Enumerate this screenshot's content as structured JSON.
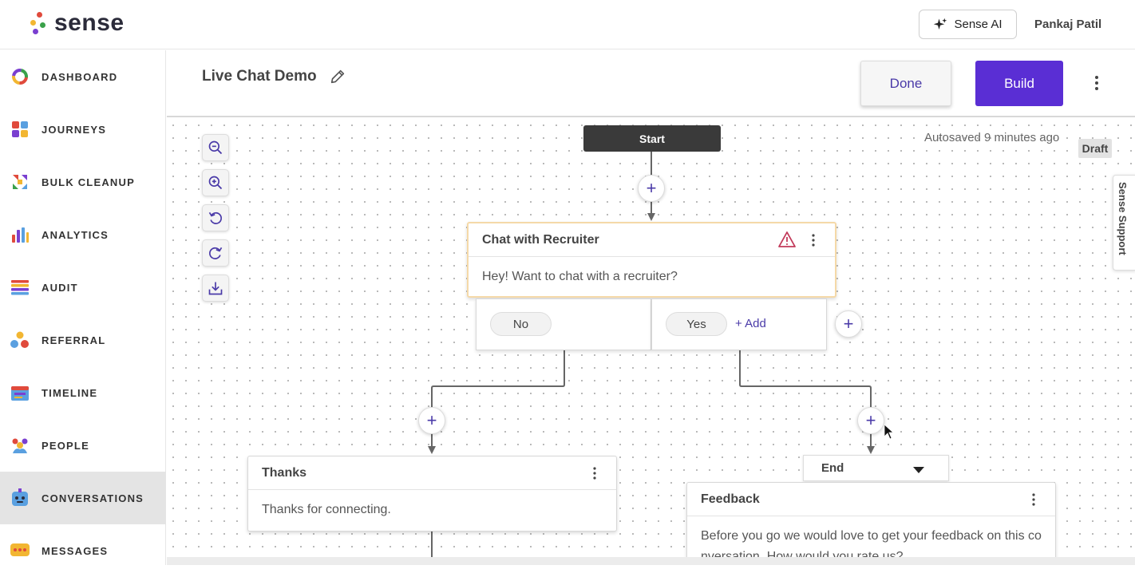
{
  "app": {
    "brand": "sense",
    "ai_button": "Sense AI",
    "user_name": "Pankaj Patil",
    "colors": {
      "accent": "#5a2ed4",
      "brand_text": "#2b2b3a",
      "warning": "#c23a5a"
    }
  },
  "sidebar": {
    "items": [
      {
        "label": "DASHBOARD",
        "icon": "dashboard-ring-icon"
      },
      {
        "label": "JOURNEYS",
        "icon": "journeys-grid-icon"
      },
      {
        "label": "BULK CLEANUP",
        "icon": "bulk-cleanup-arrows-icon"
      },
      {
        "label": "ANALYTICS",
        "icon": "analytics-bars-icon"
      },
      {
        "label": "AUDIT",
        "icon": "audit-list-icon"
      },
      {
        "label": "REFERRAL",
        "icon": "referral-people-icon"
      },
      {
        "label": "TIMELINE",
        "icon": "timeline-calendar-icon"
      },
      {
        "label": "PEOPLE",
        "icon": "people-group-icon"
      },
      {
        "label": "CONVERSATIONS",
        "icon": "conversations-bot-icon",
        "active": true
      },
      {
        "label": "MESSAGES",
        "icon": "messages-bubble-icon"
      }
    ]
  },
  "header": {
    "title": "Live Chat Demo",
    "done_label": "Done",
    "build_label": "Build"
  },
  "canvas": {
    "autosave": "Autosaved 9 minutes ago",
    "status": "Draft",
    "support_tab": "Sense Support",
    "start_label": "Start",
    "chat_node": {
      "title": "Chat with Recruiter",
      "message": "Hey! Want to chat with a recruiter?",
      "options": [
        "No",
        "Yes"
      ],
      "add_label": "+ Add"
    },
    "thanks_node": {
      "title": "Thanks",
      "message": "Thanks for connecting."
    },
    "end_select": {
      "value": "End"
    },
    "feedback_node": {
      "title": "Feedback",
      "message": "Before you go we would love to get your feedback on this conversation. How would you rate us?"
    }
  }
}
